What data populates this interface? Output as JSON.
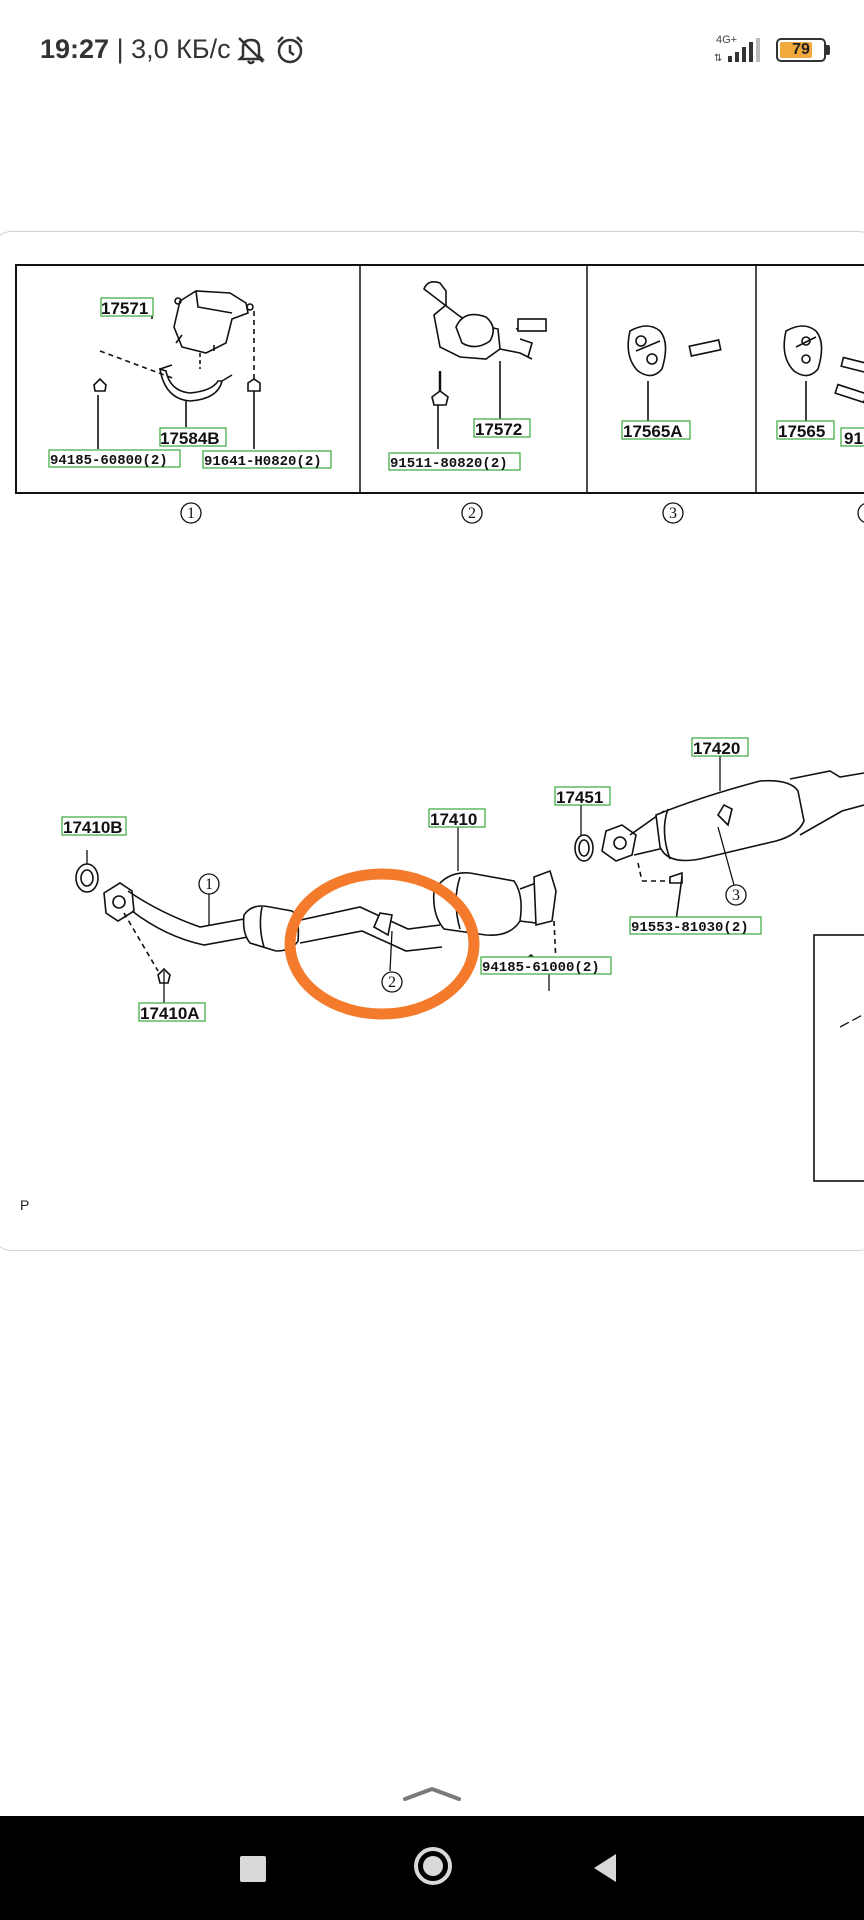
{
  "status_bar": {
    "time": "19:27",
    "separator": "|",
    "speed": "3,0 КБ/с",
    "network": "4G+",
    "battery": "79",
    "battery_level": 0.79,
    "battery_color": "#f2a93b"
  },
  "diagram": {
    "page_marker": "P",
    "annotation_color": "#f47a2c",
    "label_box_color": "#38a838",
    "top_panels": [
      {
        "index": "1",
        "callouts": [
          "17571",
          "17584B"
        ],
        "part_numbers": [
          "94185-60800(2)",
          "91641-H0820(2)"
        ]
      },
      {
        "index": "2",
        "callouts": [
          "17572"
        ],
        "part_numbers": [
          "91511-80820(2)"
        ]
      },
      {
        "index": "3",
        "callouts": [
          "17565A"
        ],
        "part_numbers": []
      },
      {
        "index": "",
        "callouts": [
          "17565",
          "91"
        ],
        "part_numbers": []
      }
    ],
    "main_callouts": {
      "c17410b": "17410B",
      "c17410a": "17410A",
      "c17410": "17410",
      "c17451": "17451",
      "c17420": "17420"
    },
    "main_part_numbers": {
      "p94185": "94185-61000(2)",
      "p91553": "91553-81030(2)"
    },
    "main_markers": [
      "1",
      "2",
      "3"
    ]
  }
}
